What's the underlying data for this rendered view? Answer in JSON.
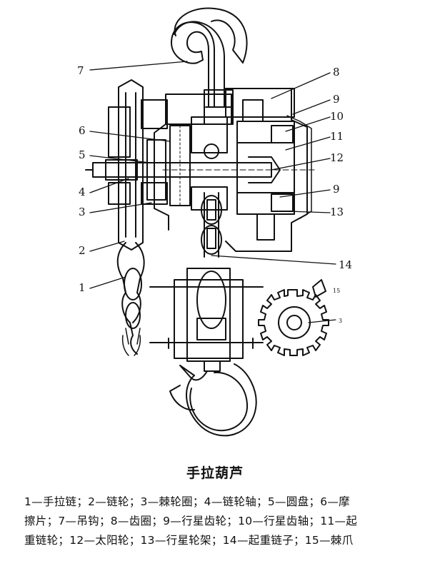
{
  "figure": {
    "callouts": [
      {
        "id": "1"
      },
      {
        "id": "2"
      },
      {
        "id": "3"
      },
      {
        "id": "4"
      },
      {
        "id": "5"
      },
      {
        "id": "6"
      },
      {
        "id": "7"
      },
      {
        "id": "8"
      },
      {
        "id": "9"
      },
      {
        "id": "10"
      },
      {
        "id": "11"
      },
      {
        "id": "12"
      },
      {
        "id": "9"
      },
      {
        "id": "13"
      },
      {
        "id": "14"
      }
    ],
    "inset_callouts": [
      "15",
      "3"
    ]
  },
  "caption": {
    "title": "手拉葫芦",
    "legend": [
      "1—手拉链；2—链轮；3—棘轮圈；4—链轮轴；5—圆盘；6—摩",
      "擦片；7—吊钩；8—齿圈；9—行星齿轮；10—行星齿轴；11—起",
      "重链轮；12—太阳轮；13—行星轮架；14—起重链子；15—棘爪"
    ]
  }
}
